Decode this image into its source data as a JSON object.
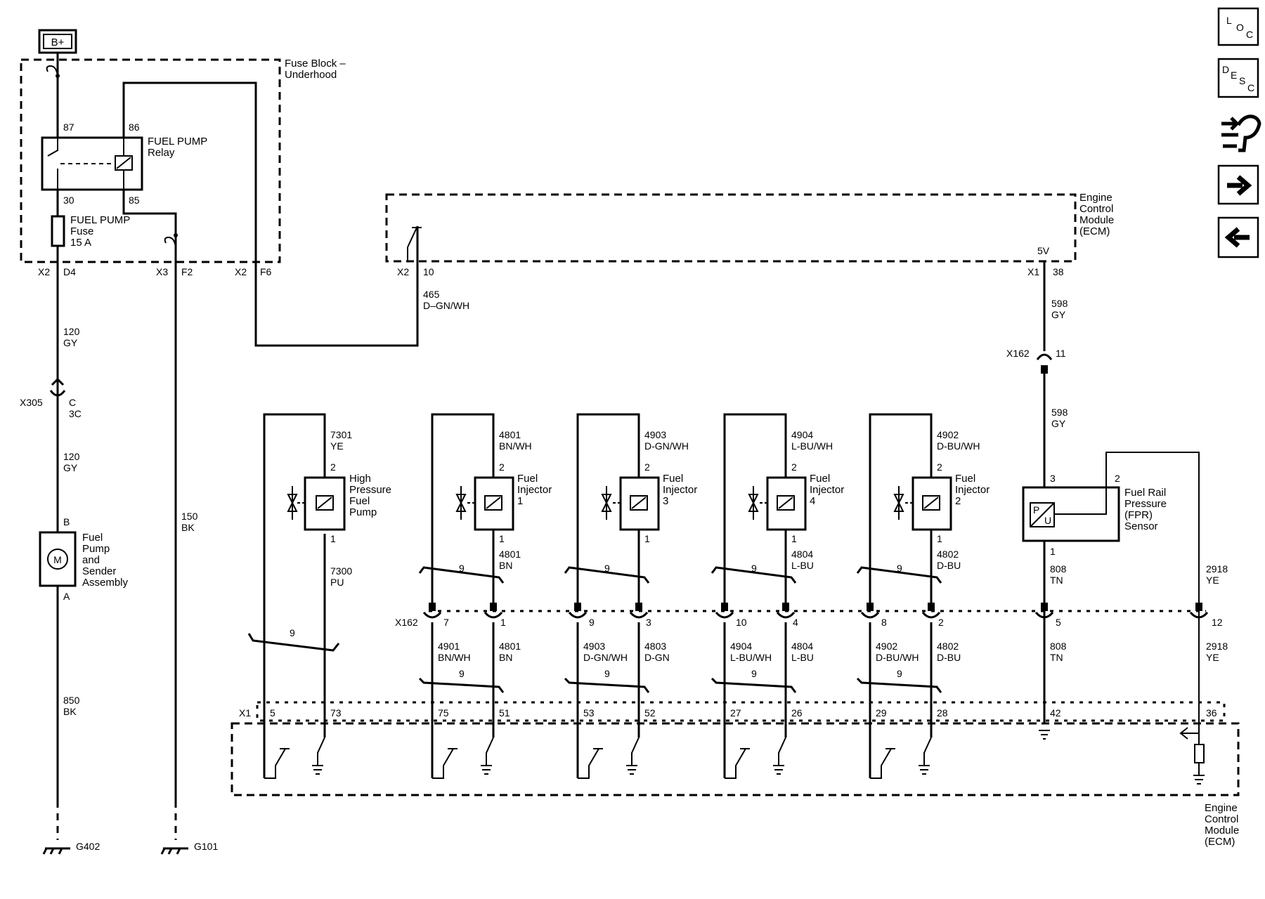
{
  "labels": {
    "b_plus": "B+",
    "fuse_block_1": "Fuse Block –",
    "fuse_block_2": "Underhood",
    "relay_87": "87",
    "relay_86": "86",
    "relay_30": "30",
    "relay_85": "85",
    "relay_name_1": "FUEL PUMP",
    "relay_name_2": "Relay",
    "fuse_name_1": "FUEL PUMP",
    "fuse_name_2": "Fuse",
    "fuse_name_3": "15 A",
    "x2_left": "X2",
    "d4": "D4",
    "x3": "X3",
    "f2": "F2",
    "x2_mid": "X2",
    "f6": "F6",
    "w120a_num": "120",
    "w120a_col": "GY",
    "x305": "X305",
    "x305_c": "C",
    "x305_pin": "3C",
    "w120b_num": "120",
    "w120b_col": "GY",
    "motor_b": "B",
    "motor_a": "A",
    "motor_m": "M",
    "pump_asm_1": "Fuel",
    "pump_asm_2": "Pump",
    "pump_asm_3": "and",
    "pump_asm_4": "Sender",
    "pump_asm_5": "Assembly",
    "w150_num": "150",
    "w150_col": "BK",
    "w850_num": "850",
    "w850_col": "BK",
    "g402": "G402",
    "g101": "G101",
    "ecm_top_1": "Engine",
    "ecm_top_2": "Control",
    "ecm_top_3": "Module",
    "ecm_top_4": "(ECM)",
    "ecm_x2": "X2",
    "ecm_10": "10",
    "ecm_5v": "5V",
    "ecm_x1": "X1",
    "ecm_38": "38",
    "w465_num": "465",
    "w465_col": "D–GN/WH",
    "w598a_num": "598",
    "w598a_col": "GY",
    "x162_top": "X162",
    "x162_top_pin": "11",
    "w598b_num": "598",
    "w598b_col": "GY",
    "fpr_pin3": "3",
    "fpr_pin2": "2",
    "fpr_pin1": "1",
    "fpr_name_1": "Fuel Rail",
    "fpr_name_2": "Pressure",
    "fpr_name_3": "(FPR)",
    "fpr_name_4": "Sensor",
    "fpr_p": "P",
    "fpr_u": "U",
    "w808a_num": "808",
    "w808a_col": "TN",
    "w2918a_num": "2918",
    "w2918a_col": "YE",
    "x162_mid": "X162",
    "hp_top_num": "7301",
    "hp_top_col": "YE",
    "hp_pin2": "2",
    "hp_pin1": "1",
    "hp_name_1": "High",
    "hp_name_2": "Pressure",
    "hp_name_3": "Fuel",
    "hp_name_4": "Pump",
    "hp_bot_num": "7300",
    "hp_bot_col": "PU",
    "twist_9": "9",
    "w808b_num": "808",
    "w808b_col": "TN",
    "w2918b_num": "2918",
    "w2918b_col": "YE",
    "x1_ecm": "X1",
    "ecm_5": "5",
    "ecm_73": "73",
    "ecm_42": "42",
    "ecm_36": "36",
    "x162_pin5": "5",
    "x162_pin12": "12",
    "ecm_bot_1": "Engine",
    "ecm_bot_2": "Control",
    "ecm_bot_3": "Module",
    "ecm_bot_4": "(ECM)"
  },
  "injectors": [
    {
      "top_num": "4801",
      "top_col": "BN/WH",
      "pin2": "2",
      "pin1": "1",
      "name_1": "Fuel",
      "name_2": "Injector",
      "name_3": "1",
      "bot_num": "4801",
      "bot_col": "BN",
      "twist": "9",
      "xl_pin": "7",
      "xr_pin": "1",
      "wl_num": "4901",
      "wl_col": "BN/WH",
      "wr_num": "4801",
      "wr_col": "BN",
      "ecm_l": "75",
      "ecm_r": "51"
    },
    {
      "top_num": "4903",
      "top_col": "D-GN/WH",
      "pin2": "2",
      "pin1": "1",
      "name_1": "Fuel",
      "name_2": "Injector",
      "name_3": "3",
      "bot_num": "",
      "bot_col": "",
      "twist": "9",
      "xl_pin": "9",
      "xr_pin": "3",
      "wl_num": "4903",
      "wl_col": "D-GN/WH",
      "wr_num": "4803",
      "wr_col": "D-GN",
      "ecm_l": "53",
      "ecm_r": "52"
    },
    {
      "top_num": "4904",
      "top_col": "L-BU/WH",
      "pin2": "2",
      "pin1": "1",
      "name_1": "Fuel",
      "name_2": "Injector",
      "name_3": "4",
      "bot_num": "4804",
      "bot_col": "L-BU",
      "twist": "9",
      "xl_pin": "10",
      "xr_pin": "4",
      "wl_num": "4904",
      "wl_col": "L-BU/WH",
      "wr_num": "4804",
      "wr_col": "L-BU",
      "ecm_l": "27",
      "ecm_r": "26"
    },
    {
      "top_num": "4902",
      "top_col": "D-BU/WH",
      "pin2": "2",
      "pin1": "1",
      "name_1": "Fuel",
      "name_2": "Injector",
      "name_3": "2",
      "bot_num": "4802",
      "bot_col": "D-BU",
      "twist": "9",
      "xl_pin": "8",
      "xr_pin": "2",
      "wl_num": "4902",
      "wl_col": "D-BU/WH",
      "wr_num": "4802",
      "wr_col": "D-BU",
      "ecm_l": "29",
      "ecm_r": "28"
    }
  ],
  "nav": {
    "loc_1": "L",
    "loc_2": "O",
    "loc_3": "C",
    "desc_1": "D",
    "desc_2": "E",
    "desc_3": "S",
    "desc_4": "C",
    "icons": [
      "loc-icon",
      "desc-icon",
      "connector-tool-icon",
      "next-arrow-icon",
      "previous-arrow-icon"
    ]
  }
}
